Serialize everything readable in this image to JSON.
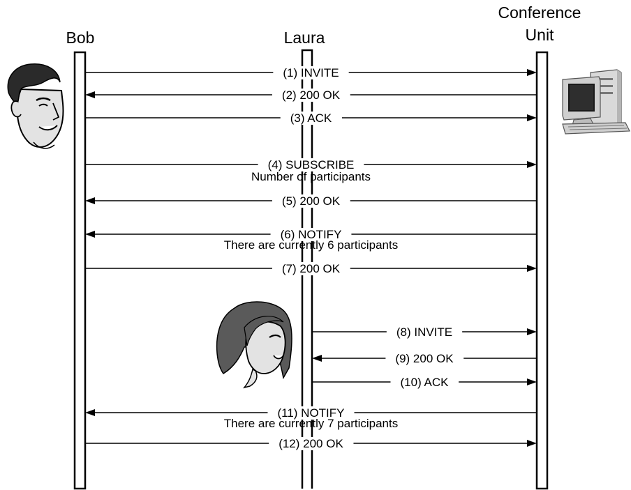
{
  "actors": {
    "bob": "Bob",
    "laura": "Laura",
    "conference_line1": "Conference",
    "conference_line2": "Unit"
  },
  "messages": [
    {
      "label": "(1) INVITE",
      "from": "bob",
      "to": "conf"
    },
    {
      "label": "(2) 200 OK",
      "from": "conf",
      "to": "bob"
    },
    {
      "label": "(3) ACK",
      "from": "bob",
      "to": "conf"
    },
    {
      "label": "(4) SUBSCRIBE",
      "note": "Number of participants",
      "from": "bob",
      "to": "conf"
    },
    {
      "label": "(5) 200 OK",
      "from": "conf",
      "to": "bob"
    },
    {
      "label": "(6) NOTIFY",
      "note": "There are currently 6 participants",
      "from": "conf",
      "to": "bob"
    },
    {
      "label": "(7) 200 OK",
      "from": "bob",
      "to": "conf"
    },
    {
      "label": "(8) INVITE",
      "from": "laura",
      "to": "conf"
    },
    {
      "label": "(9) 200 OK",
      "from": "conf",
      "to": "laura"
    },
    {
      "label": "(10) ACK",
      "from": "laura",
      "to": "conf"
    },
    {
      "label": "(11) NOTIFY",
      "note": "There are currently 7 participants",
      "from": "conf",
      "to": "bob"
    },
    {
      "label": "(12) 200 OK",
      "from": "bob",
      "to": "conf"
    }
  ],
  "icons": {
    "bob": "man-face-icon",
    "laura": "woman-face-icon",
    "conference": "desktop-computer-icon"
  }
}
